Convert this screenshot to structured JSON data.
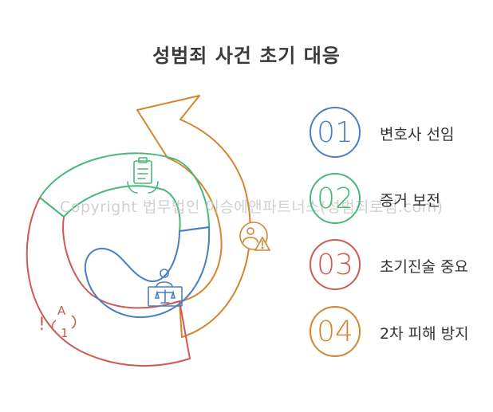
{
  "title": "성범죄 사건 초기 대응",
  "watermark": "Copyright 법무법인 이승에앤파트너스(성범죄로펌.com)",
  "colors": {
    "blue": "#4a7fc4",
    "green": "#46b97a",
    "red": "#cd5a54",
    "orange": "#d3862e"
  },
  "steps": [
    {
      "number": "01",
      "label": "변호사 선임",
      "color": "#4a7fc4",
      "icon": "lawyer-podium-icon"
    },
    {
      "number": "02",
      "label": "증거 보전",
      "color": "#46b97a",
      "icon": "clipboard-hands-icon"
    },
    {
      "number": "03",
      "label": "초기진술 중요",
      "color": "#cd5a54",
      "icon": "statement-confusion-icon"
    },
    {
      "number": "04",
      "label": "2차 피해 방지",
      "color": "#d3862e",
      "icon": "person-warning-icon"
    }
  ],
  "statement_icon_glyphs": {
    "exclaim": "!",
    "letter": "A",
    "digit": "1"
  }
}
